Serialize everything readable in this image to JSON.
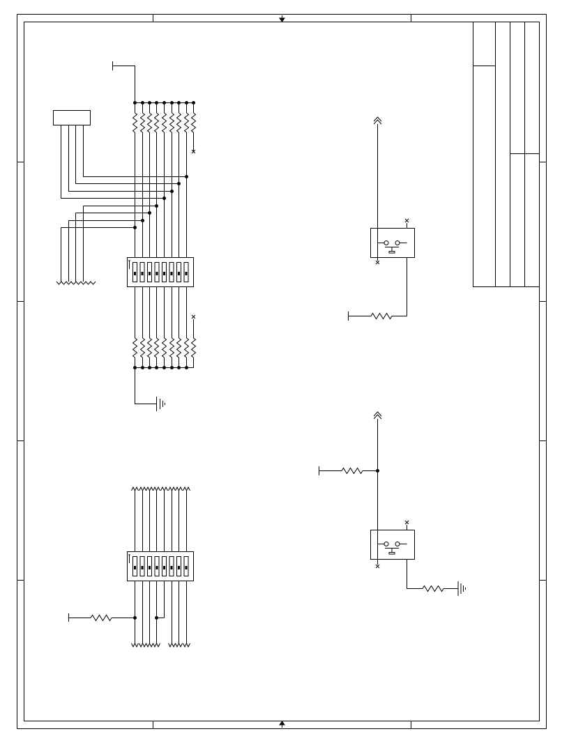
{
  "sheet": {
    "kind": "schematic",
    "background": "#ffffff",
    "line_color": "#000000",
    "title_block": {
      "present": true,
      "text": []
    }
  },
  "components": {
    "header_connector": {
      "label": ""
    },
    "pullup_resistor_bank": {
      "count": 8
    },
    "dip_switch_upper": {
      "positions": 8
    },
    "pulldown_resistor_bank": {
      "count": 8
    },
    "dip_switch_lower": {
      "positions": 8
    },
    "pushbutton_upper": {
      "label": ""
    },
    "pushbutton_lower": {
      "label": ""
    }
  }
}
